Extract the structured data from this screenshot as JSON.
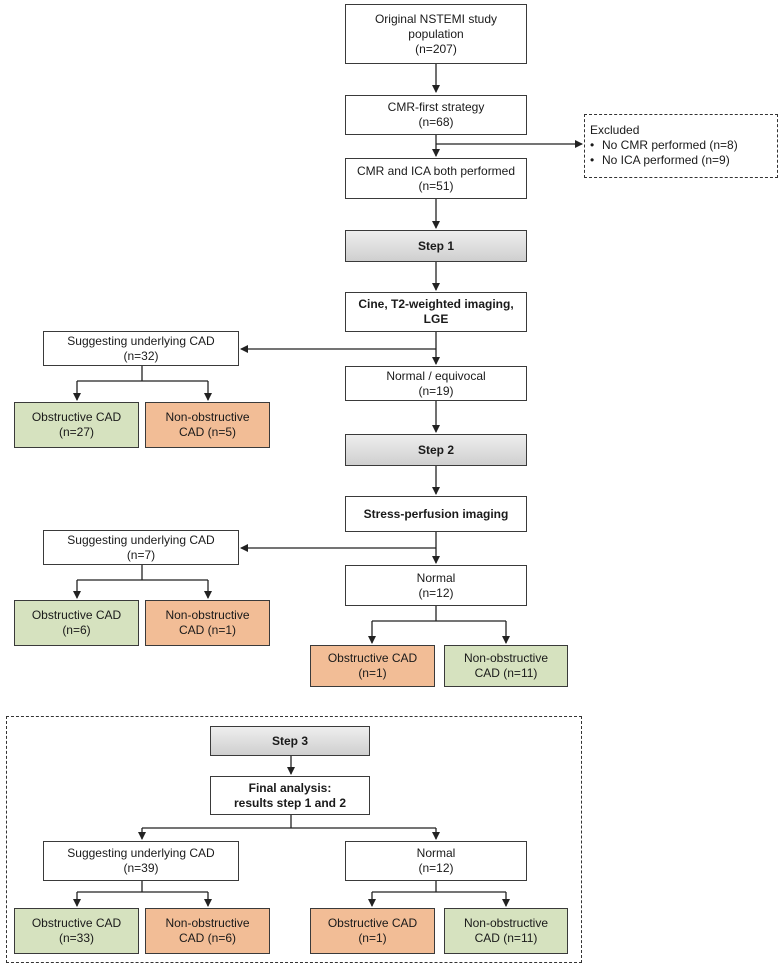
{
  "nodes": {
    "original": {
      "line1": "Original NSTEMI study",
      "line2": "population",
      "line3": "(n=207)"
    },
    "cmr_first": {
      "line1": "CMR-first strategy",
      "line2": "(n=68)"
    },
    "both": {
      "line1": "CMR and ICA both performed",
      "line2": "(n=51)"
    },
    "excluded": {
      "title": "Excluded",
      "items": [
        "No CMR performed (n=8)",
        "No ICA performed (n=9)"
      ]
    },
    "step1": "Step 1",
    "cine": {
      "line1": "Cine, T2-weighted imaging,",
      "line2": "LGE"
    },
    "s1_cad": {
      "line1": "Suggesting underlying CAD",
      "line2": "(n=32)"
    },
    "s1_normal": {
      "line1": "Normal / equivocal",
      "line2": "(n=19)"
    },
    "s1_obs": {
      "line1": "Obstructive CAD",
      "line2": "(n=27)"
    },
    "s1_nonobs": {
      "line1": "Non-obstructive",
      "line2": "CAD (n=5)"
    },
    "step2": "Step 2",
    "stress": "Stress-perfusion imaging",
    "s2_cad": {
      "line1": "Suggesting underlying CAD",
      "line2": "(n=7)"
    },
    "s2_normal": {
      "line1": "Normal",
      "line2": "(n=12)"
    },
    "s2_obs": {
      "line1": "Obstructive CAD",
      "line2": "(n=6)"
    },
    "s2_nonobs": {
      "line1": "Non-obstructive",
      "line2": "CAD (n=1)"
    },
    "s2n_obs": {
      "line1": "Obstructive CAD",
      "line2": "(n=1)"
    },
    "s2n_nonobs": {
      "line1": "Non-obstructive",
      "line2": "CAD (n=11)"
    },
    "step3": "Step 3",
    "final": {
      "line1": "Final analysis:",
      "line2": "results step 1 and 2"
    },
    "s3_cad": {
      "line1": "Suggesting underlying CAD",
      "line2": "(n=39)"
    },
    "s3_normal": {
      "line1": "Normal",
      "line2": "(n=12)"
    },
    "s3_obs": {
      "line1": "Obstructive CAD",
      "line2": "(n=33)"
    },
    "s3_nonobs": {
      "line1": "Non-obstructive",
      "line2": "CAD (n=6)"
    },
    "s3n_obs": {
      "line1": "Obstructive CAD",
      "line2": "(n=1)"
    },
    "s3n_nonobs": {
      "line1": "Non-obstructive",
      "line2": "CAD (n=11)"
    }
  },
  "colors": {
    "obstructive_green": "#d6e2bf",
    "nonobstructive_orange": "#f2bd96",
    "step_grey": "#d9d9d9"
  }
}
